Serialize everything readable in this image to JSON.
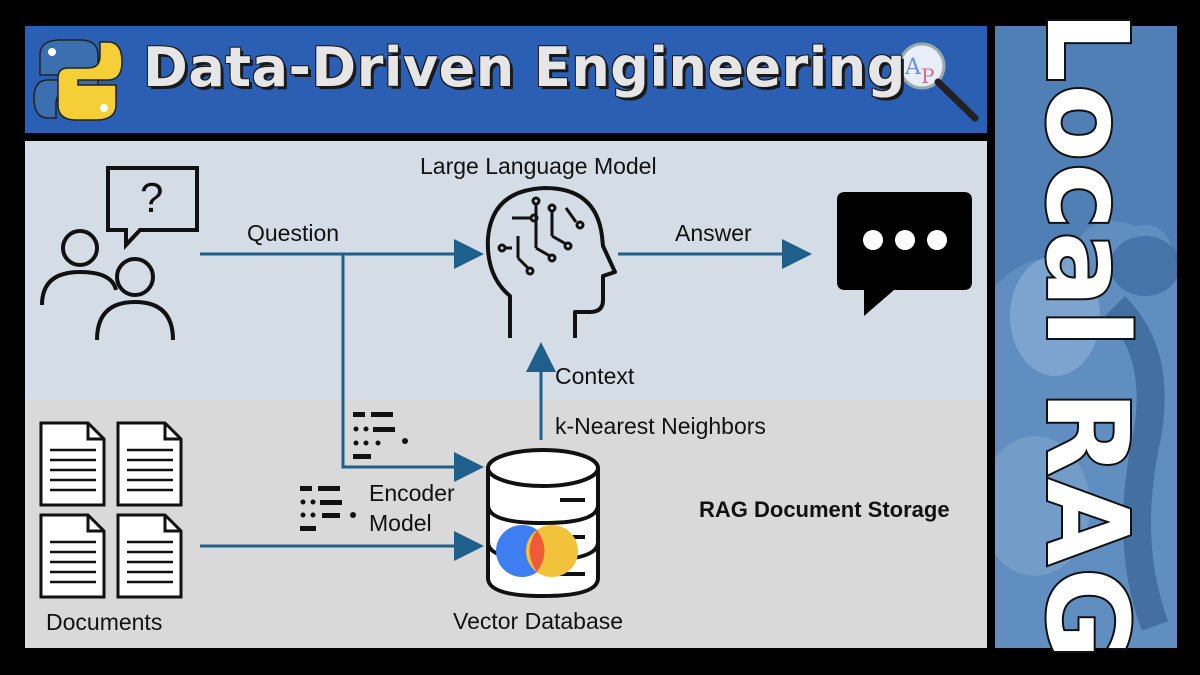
{
  "header": {
    "title": "Data-Driven Engineering",
    "logo_letters": "AP"
  },
  "sidebar": {
    "title": "Local RAG"
  },
  "diagram": {
    "llm_label": "Large Language Model",
    "question_label": "Question",
    "answer_label": "Answer",
    "context_label": "Context",
    "knn_label": "k-Nearest Neighbors",
    "encoder_label_line1": "Encoder",
    "encoder_label_line2": "Model",
    "documents_label": "Documents",
    "vector_db_label": "Vector Database",
    "storage_label": "RAG Document Storage",
    "question_mark": "?"
  },
  "colors": {
    "header_bg": "#2b5fb4",
    "arrow": "#1e5f8c",
    "top_panel": "#d4dde5",
    "bottom_panel": "#d9d9d9",
    "side_bg": "#4f7fb5"
  }
}
